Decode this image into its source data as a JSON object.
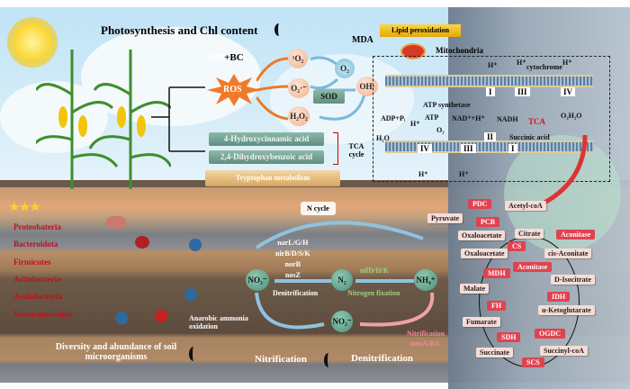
{
  "top": {
    "title": "Photosynthesis and Chl content",
    "treatment_mp": "MP",
    "treatment_bc": "+BC",
    "ros": "ROS",
    "mda": "MDA",
    "singlet_o2": "¹O₂",
    "o2": "O₂",
    "superoxide": "O₂·⁻",
    "hydroxyl": "OH·",
    "sod": "SOD",
    "h2o2": "H₂O₂",
    "metabolites": [
      "4-Hydroxycinnamic acid",
      "2,4-Dihydroxybenzoic acid"
    ],
    "tca_cycle": "TCA cycle",
    "tryptophan": "Tryptophan metabolism",
    "lipid_peroxidation": "Lipid peroxidation"
  },
  "mitochondria": {
    "title": "Mitochondria",
    "atp_synthetase": "ATP synthetase",
    "adp": "ADP+Pᵢ",
    "atp": "ATP",
    "h_plus": "H⁺",
    "o2": "O₂",
    "h2o": "H₂O",
    "nad": "NAD⁺+H⁺",
    "nadh": "NADH",
    "tca": "TCA",
    "succinic_acid": "Succinic acid",
    "cytochrome": "cytochrome",
    "o2_h2o": "O₂H₂O",
    "complexes": [
      "I",
      "III",
      "IV",
      "II",
      "IV",
      "III",
      "I"
    ]
  },
  "soil": {
    "phyla": [
      "Proteobateria",
      "Bacteroidota",
      "Firmicutes",
      "Actinbacteria",
      "Acidobacteria",
      "Verrucomicrobia"
    ],
    "stars": "★★★",
    "diversity_title": "Diversity and abundance of soil microorganisms",
    "anammox": "Anarobic ammonia oxidation",
    "n_cycle": "N cycle",
    "denit_genes": [
      "narL/G/H",
      "nirB/D/S/K",
      "norB",
      "nosZ"
    ],
    "no3": "NO₃⁻",
    "n2": "N₂",
    "nh4": "NH₄⁺",
    "no2": "NO₂⁻",
    "denitrification_label": "Denitrification",
    "nitrogen_fixation": "Nitrogen fixation",
    "nif_genes": "nifD/H/K",
    "nitrification_label": "Nitrification",
    "amo_genes": "amoA/B/C",
    "nitrification_title": "Nitrification",
    "denitrification_title": "Denitrification"
  },
  "tca": {
    "metabolites": [
      "Acetyl-coA",
      "Pyruvate",
      "Oxaloacetate",
      "Citrate",
      "Oxaloacetate",
      "cis-Aconitate",
      "D-Isocitrate",
      "Malate",
      "α-Ketoglutarate",
      "Fumarate",
      "Succinate",
      "Succinyl-coA"
    ],
    "enzymes": [
      "PDC",
      "PCB",
      "Aconitase",
      "CS",
      "Aconitase",
      "MDH",
      "IDH",
      "FH",
      "SDH",
      "OGDC",
      "SCS"
    ]
  },
  "colors": {
    "enzyme": "#e0434f",
    "phylum_text": "#c0111a",
    "nitrification": "#f08a9a",
    "nif": "#9fd27a"
  }
}
